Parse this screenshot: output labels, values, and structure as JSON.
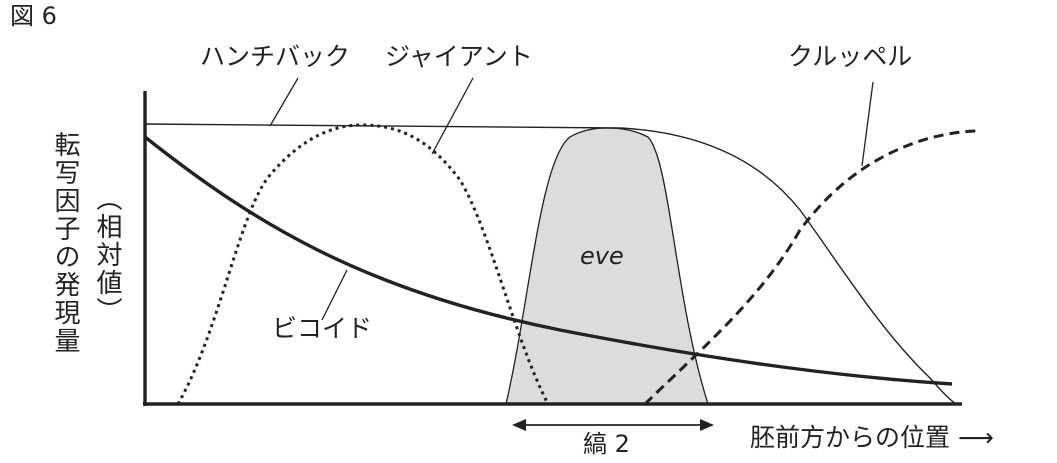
{
  "figure": {
    "label": "図 6",
    "y_axis_label": "転写因子の発現量",
    "y_axis_sublabel": "（相対値）",
    "x_axis_label": "胚前方からの位置 ⟶",
    "stripe_label": "縞 2",
    "colors": {
      "ink": "#222222",
      "eve_fill": "#dcdcdc",
      "background": "#ffffff"
    }
  },
  "genes": {
    "hunchback": {
      "label": "ハンチバック",
      "line_style": "thin-solid"
    },
    "giant": {
      "label": "ジャイアント",
      "line_style": "dotted"
    },
    "kruppel": {
      "label": "クルッペル",
      "line_style": "dashed"
    },
    "bicoid": {
      "label": "ビコイド",
      "line_style": "thick-solid"
    },
    "eve": {
      "label": "eve",
      "line_style": "filled"
    }
  }
}
